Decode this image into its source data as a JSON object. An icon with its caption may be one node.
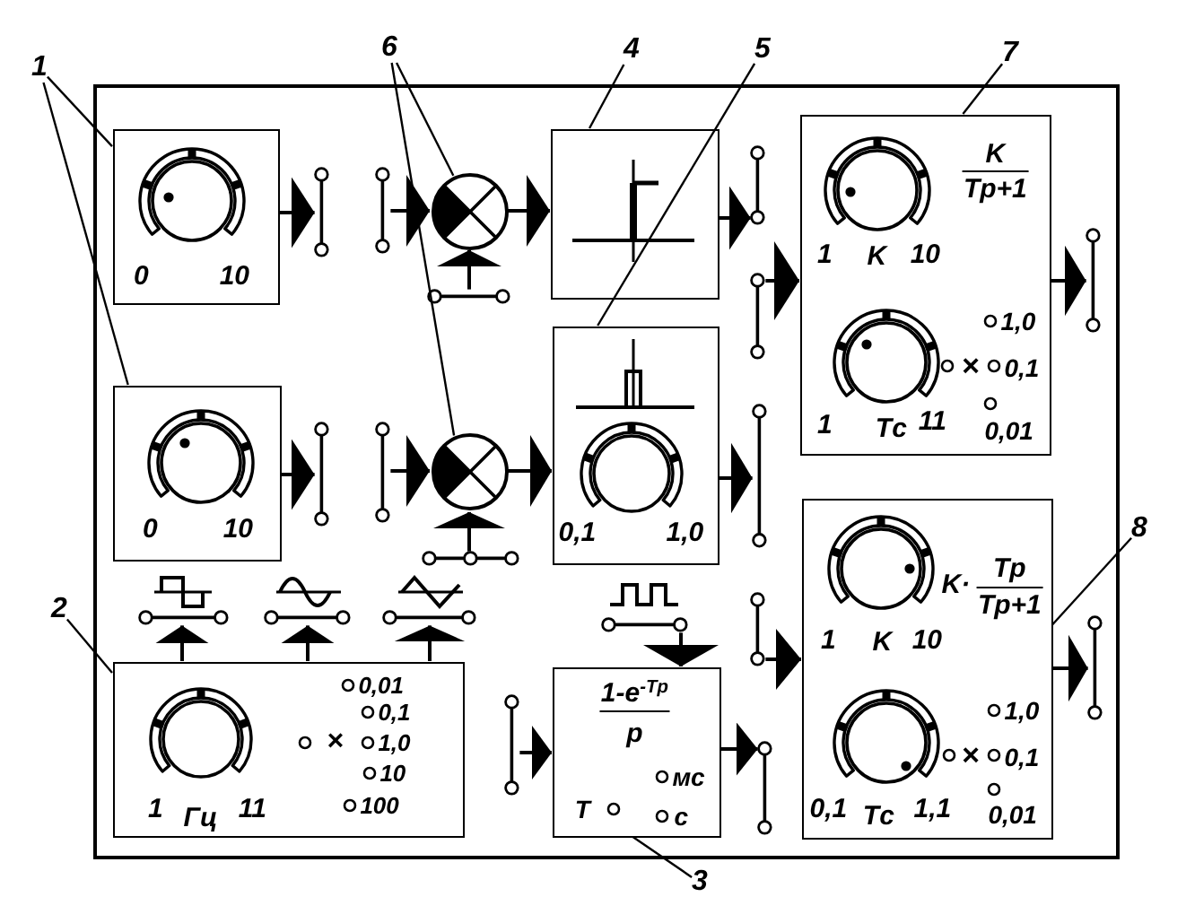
{
  "diagram": {
    "nodes": [
      {
        "text": [
          "1"
        ]
      },
      {
        "text": [
          "6"
        ]
      },
      {
        "text": [
          "4"
        ]
      },
      {
        "text": [
          "5"
        ]
      },
      {
        "text": [
          "7"
        ]
      },
      {
        "text": [],
        "shape": "box"
      },
      {
        "text": [
          "0",
          "10"
        ],
        "in": 5
      },
      {
        "text": [],
        "shape": "circle",
        "in": 5
      },
      {
        "text": [],
        "shape": "box",
        "in": 5
      },
      {
        "text": [
          "K",
          "Tp+1",
          "1",
          "K",
          "10",
          "1,0",
          "×",
          "0,1",
          "1",
          "Tс",
          "11",
          "0,01"
        ],
        "in": 5
      },
      {
        "text": [
          "0",
          "10"
        ],
        "in": 5
      },
      {
        "text": [],
        "shape": "circle",
        "in": 5
      },
      {
        "text": [
          "0,1",
          "1,0"
        ],
        "in": 5
      },
      {
        "text": [
          "K·",
          "Tp",
          "Tp+1",
          "1",
          "K",
          "10",
          "1,0",
          "×",
          "0,1",
          "0,1",
          "Tс",
          "1,1",
          "0,01"
        ],
        "in": 5
      },
      {
        "text": [
          "1",
          "Гц",
          "11",
          "0,01",
          "0,1",
          "×",
          "1,0",
          "10",
          "100"
        ],
        "in": 5
      },
      {
        "text": [
          "1-e$^{-Tp}$",
          "p",
          "мс",
          "T",
          "с"
        ],
        "in": 5
      },
      {
        "text": [
          "8"
        ]
      },
      {
        "text": [
          "2"
        ]
      },
      {
        "text": [
          "3"
        ]
      },
      {
        "text": [],
        "shape": "bar",
        "in": 5
      },
      {
        "text": [],
        "shape": "bar",
        "in": 5
      },
      {
        "text": [],
        "shape": "bar",
        "in": 5
      },
      {
        "text": [],
        "shape": "bar",
        "in": 5
      },
      {
        "text": [],
        "shape": "bar",
        "in": 5
      },
      {
        "text": [],
        "shape": "bar",
        "in": 5
      },
      {
        "text": [],
        "shape": "bar",
        "in": 5
      },
      {
        "text": [],
        "shape": "bar",
        "in": 5
      },
      {
        "text": [],
        "shape": "bar",
        "in": 5
      },
      {
        "text": [],
        "shape": "bar",
        "in": 5
      },
      {
        "text": [],
        "shape": "bar",
        "in": 5
      },
      {
        "text": [],
        "shape": "bar",
        "in": 5
      },
      {
        "text": [],
        "shape": "bar",
        "in": 5
      },
      {
        "text": [],
        "shape": "bar",
        "in": 5
      },
      {
        "text": [],
        "shape": "bar",
        "in": 5
      },
      {
        "text": [],
        "shape": "bar",
        "in": 5
      },
      {
        "text": [],
        "shape": "bar",
        "in": 5
      },
      {
        "text": [],
        "shape": "bar",
        "in": 5
      }
    ],
    "edges": [
      {
        "from": 0,
        "to": 6,
        "arrow": "none"
      },
      {
        "from": 0,
        "to": 10,
        "arrow": "none"
      },
      {
        "from": 1,
        "to": 7,
        "arrow": "none"
      },
      {
        "from": 1,
        "to": 11,
        "arrow": "none"
      },
      {
        "from": 2,
        "to": 8,
        "arrow": "none"
      },
      {
        "from": 3,
        "to": 12,
        "arrow": "none"
      },
      {
        "from": 4,
        "to": 9,
        "arrow": "none"
      },
      {
        "from": 6,
        "to": 19,
        "arrow": "to"
      },
      {
        "from": 20,
        "to": 7,
        "arrow": "to"
      },
      {
        "from": 21,
        "to": 7,
        "arrow": "to"
      },
      {
        "from": 7,
        "to": 8,
        "arrow": "to"
      },
      {
        "from": 8,
        "to": 22,
        "arrow": "to"
      },
      {
        "from": 23,
        "to": 9,
        "arrow": "to"
      },
      {
        "from": 9,
        "to": 24,
        "arrow": "to"
      },
      {
        "from": 10,
        "to": 25,
        "arrow": "to"
      },
      {
        "from": 26,
        "to": 11,
        "arrow": "to"
      },
      {
        "from": 27,
        "to": 11,
        "arrow": "to"
      },
      {
        "from": 11,
        "to": 12,
        "arrow": "to"
      },
      {
        "from": 12,
        "to": 28,
        "arrow": "to"
      },
      {
        "from": 29,
        "to": 13,
        "arrow": "to"
      },
      {
        "from": 13,
        "to": 30,
        "arrow": "to"
      },
      {
        "from": 14,
        "to": 31,
        "arrow": "to"
      },
      {
        "from": 14,
        "to": 32,
        "arrow": "to"
      },
      {
        "from": 14,
        "to": 33,
        "arrow": "to"
      },
      {
        "from": 34,
        "to": 15,
        "arrow": "to"
      },
      {
        "from": 35,
        "to": 15,
        "arrow": "to"
      },
      {
        "from": 15,
        "to": 36,
        "arrow": "to"
      },
      {
        "from": 16,
        "to": 13,
        "arrow": "none"
      },
      {
        "from": 17,
        "to": 14,
        "arrow": "none"
      },
      {
        "from": 18,
        "to": 15,
        "arrow": "none"
      }
    ]
  }
}
